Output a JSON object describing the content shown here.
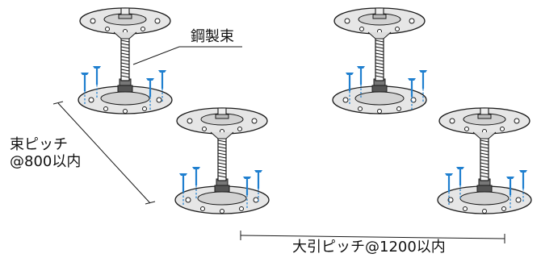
{
  "labels": {
    "material": "鋼製束",
    "post_pitch_line1": "束ピッチ",
    "post_pitch_line2": "@800以内",
    "beam_pitch": "大引ピッチ@1200以内"
  },
  "colors": {
    "line": "#1a1a1a",
    "plate_fill": "#e6e6e6",
    "plate_inner": "#d2d2d2",
    "screw": "#1f7fcf",
    "dash": "#1f7fcf"
  },
  "icons": [
    "steel-floor-post-icon",
    "blue-screw-icon"
  ]
}
